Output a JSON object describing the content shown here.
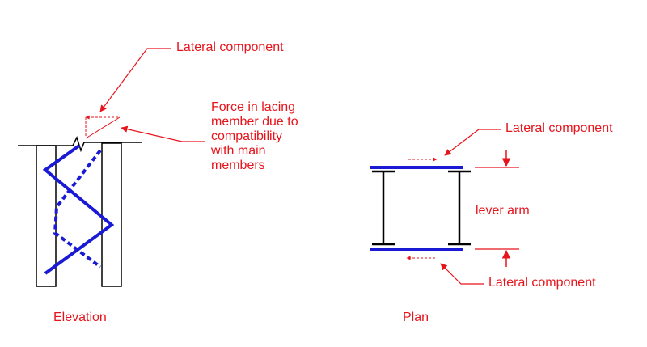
{
  "colors": {
    "red": "#e8141c",
    "blue": "#1a1ad6",
    "black": "#000000"
  },
  "elevation": {
    "lateral_label": "Lateral component",
    "force_label": [
      "Force in lacing",
      "member due to",
      "compatibility",
      "with main",
      "members"
    ],
    "caption": "Elevation"
  },
  "plan": {
    "top_lateral_label": "Lateral component",
    "lever_arm_label": "lever arm",
    "bottom_lateral_label": "Lateral component",
    "caption": "Plan"
  }
}
